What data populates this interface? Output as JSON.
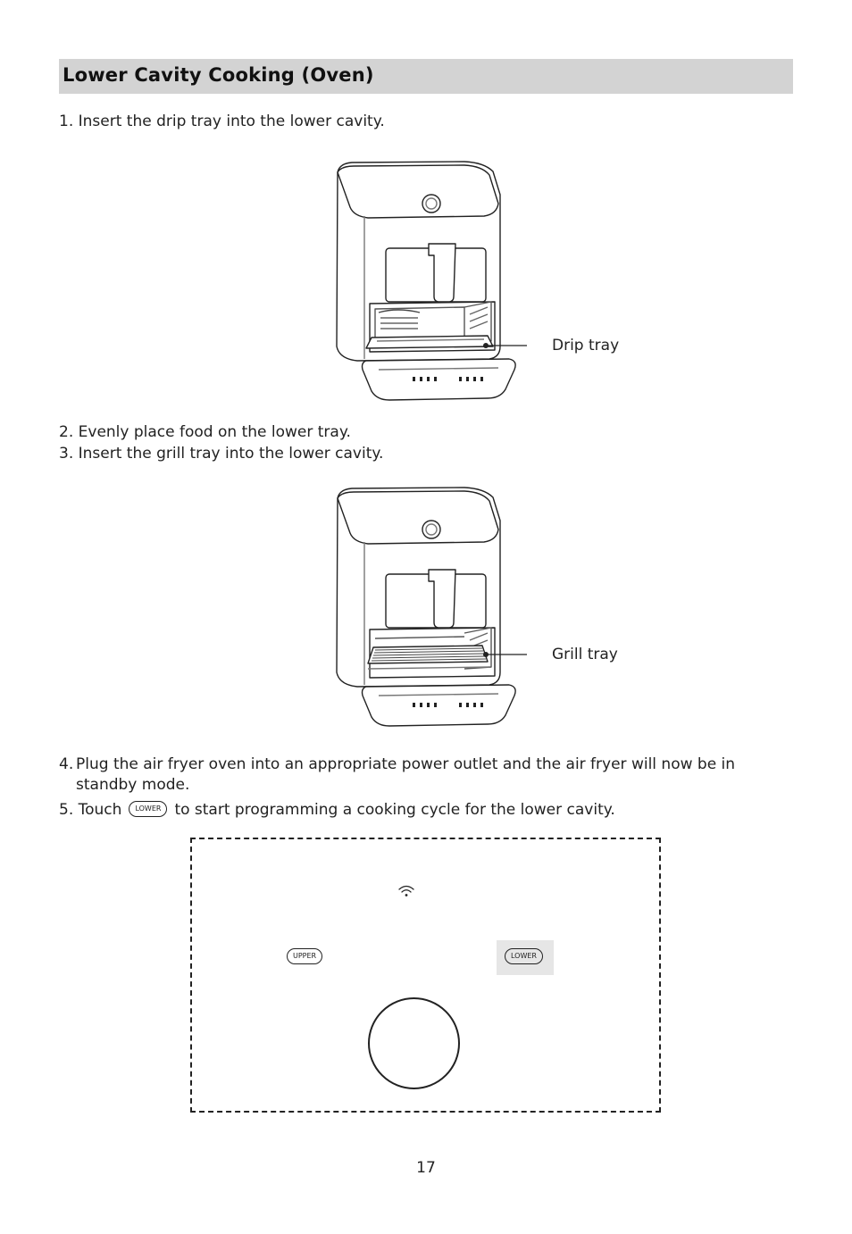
{
  "section": {
    "title": "Lower Cavity Cooking (Oven)"
  },
  "steps": [
    {
      "num": "1.",
      "text": "Insert the drip tray into the lower cavity."
    },
    {
      "num": "2.",
      "text": "Evenly place food on the lower tray."
    },
    {
      "num": "3.",
      "text": "Insert the grill tray into the lower cavity."
    },
    {
      "num": "4.",
      "text": "Plug the air fryer oven into an appropriate power outlet and the air fryer will now be in standby mode."
    },
    {
      "num": "5.",
      "text_before": "Touch",
      "button": "LOWER",
      "text_after": "to start programming a cooking cycle for the lower cavity."
    }
  ],
  "figures": {
    "drip_label": "Drip tray",
    "grill_label": "Grill tray"
  },
  "panel": {
    "upper_label": "UPPER",
    "lower_label": "LOWER",
    "icons": [
      "wifi-icon",
      "dial-knob"
    ]
  },
  "page_number": "17"
}
